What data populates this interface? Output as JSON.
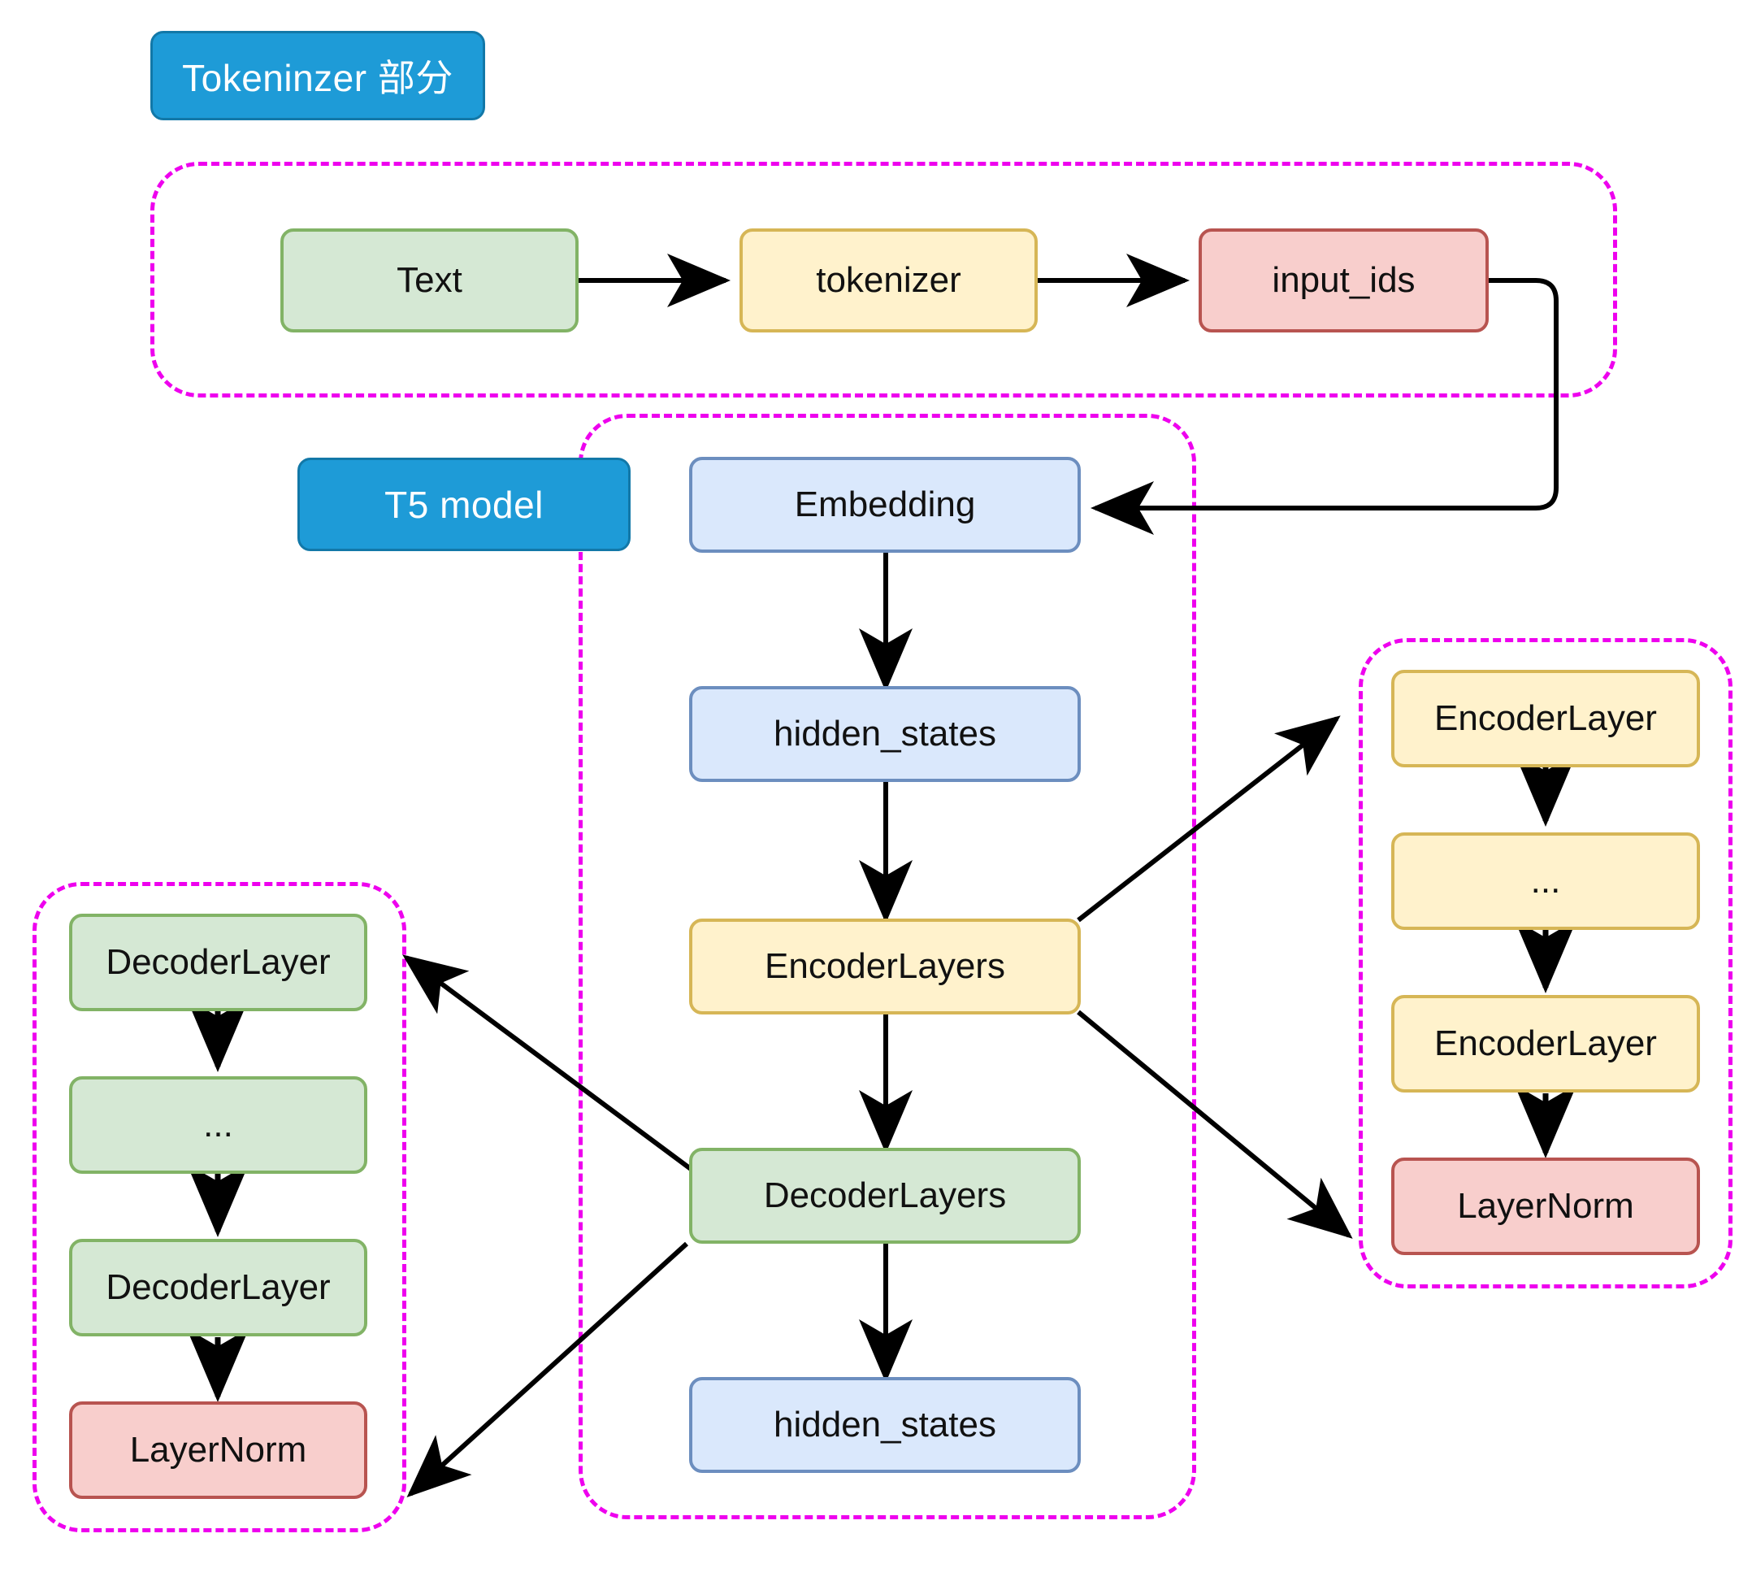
{
  "diagram": {
    "title_pills": [
      {
        "id": "tokenizer-section",
        "label": "Tokeninzer 部分"
      },
      {
        "id": "t5-model-section",
        "label": "T5 model"
      }
    ],
    "groups": [
      {
        "id": "tokenizer-group",
        "style": "dashed-magenta"
      },
      {
        "id": "t5-model-group",
        "style": "dashed-magenta"
      },
      {
        "id": "encoder-stack-group",
        "style": "dashed-magenta"
      },
      {
        "id": "decoder-stack-group",
        "style": "dashed-magenta"
      }
    ],
    "nodes": {
      "text": {
        "label": "Text",
        "color": "green"
      },
      "tokenizer": {
        "label": "tokenizer",
        "color": "yellow"
      },
      "input_ids": {
        "label": "input_ids",
        "color": "red"
      },
      "embedding": {
        "label": "Embedding",
        "color": "blue"
      },
      "hidden_states_top": {
        "label": "hidden_states",
        "color": "blue"
      },
      "encoder_layers": {
        "label": "EncoderLayers",
        "color": "yellow"
      },
      "decoder_layers": {
        "label": "DecoderLayers",
        "color": "green"
      },
      "hidden_states_bottom": {
        "label": "hidden_states",
        "color": "blue"
      },
      "enc_layer_first": {
        "label": "EncoderLayer",
        "color": "yellow"
      },
      "enc_layer_ellipsis": {
        "label": "...",
        "color": "yellow"
      },
      "enc_layer_last": {
        "label": "EncoderLayer",
        "color": "yellow"
      },
      "enc_layernorm": {
        "label": "LayerNorm",
        "color": "red"
      },
      "dec_layer_first": {
        "label": "DecoderLayer",
        "color": "green"
      },
      "dec_layer_ellipsis": {
        "label": "...",
        "color": "green"
      },
      "dec_layer_last": {
        "label": "DecoderLayer",
        "color": "green"
      },
      "dec_layernorm": {
        "label": "LayerNorm",
        "color": "red"
      }
    },
    "edges": [
      {
        "from": "text",
        "to": "tokenizer"
      },
      {
        "from": "tokenizer",
        "to": "input_ids"
      },
      {
        "from": "input_ids",
        "to": "embedding"
      },
      {
        "from": "embedding",
        "to": "hidden_states_top"
      },
      {
        "from": "hidden_states_top",
        "to": "encoder_layers"
      },
      {
        "from": "encoder_layers",
        "to": "decoder_layers"
      },
      {
        "from": "decoder_layers",
        "to": "hidden_states_bottom"
      },
      {
        "from": "encoder_layers",
        "to": "enc_layer_first"
      },
      {
        "from": "encoder_layers",
        "to": "enc_layernorm"
      },
      {
        "from": "decoder_layers",
        "to": "dec_layer_first"
      },
      {
        "from": "decoder_layers",
        "to": "dec_layernorm"
      },
      {
        "from": "enc_layer_first",
        "to": "enc_layer_ellipsis"
      },
      {
        "from": "enc_layer_ellipsis",
        "to": "enc_layer_last"
      },
      {
        "from": "enc_layer_last",
        "to": "enc_layernorm"
      },
      {
        "from": "dec_layer_first",
        "to": "dec_layer_ellipsis"
      },
      {
        "from": "dec_layer_ellipsis",
        "to": "dec_layer_last"
      },
      {
        "from": "dec_layer_last",
        "to": "dec_layernorm"
      }
    ],
    "colors": {
      "green_fill": "#d5e8d4",
      "green_stroke": "#82b366",
      "yellow_fill": "#fff2cc",
      "yellow_stroke": "#d6b656",
      "red_fill": "#f8cecc",
      "red_stroke": "#b85450",
      "blue_fill": "#dae8fc",
      "blue_stroke": "#6c8ebf",
      "pill_fill": "#1e9bd7",
      "pill_stroke": "#1278a8",
      "group_dash": "#ee00ee",
      "edge": "#000000"
    }
  }
}
